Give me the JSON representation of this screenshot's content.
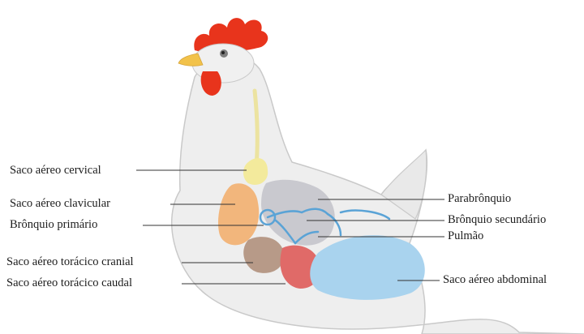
{
  "labels": {
    "cervical": "Saco aéreo cervical",
    "clavicular": "Saco aéreo clavicular",
    "primary_bronchus": "Brônquio primário",
    "cranial_thoracic": "Saco aéreo torácico cranial",
    "caudal_thoracic": "Saco aéreo torácico caudal",
    "parabronchus": "Parabrônquio",
    "secondary_bronchus": "Brônquio secundário",
    "lung": "Pulmão",
    "abdominal": "Saco aéreo abdominal"
  },
  "colors": {
    "body": "#eeeeee",
    "body_outline": "#c9c9c9",
    "comb": "#e8341c",
    "beak": "#f2c24a",
    "cervical_sac": "#f3ea9c",
    "clavicular_sac": "#f2b67c",
    "lung": "#c9c9cf",
    "bronchi": "#5aa3d6",
    "cranial_thoracic_sac": "#b79a88",
    "caudal_thoracic_sac": "#e06a68",
    "abdominal_sac": "#a9d3ee",
    "leader_line": "#333333"
  }
}
